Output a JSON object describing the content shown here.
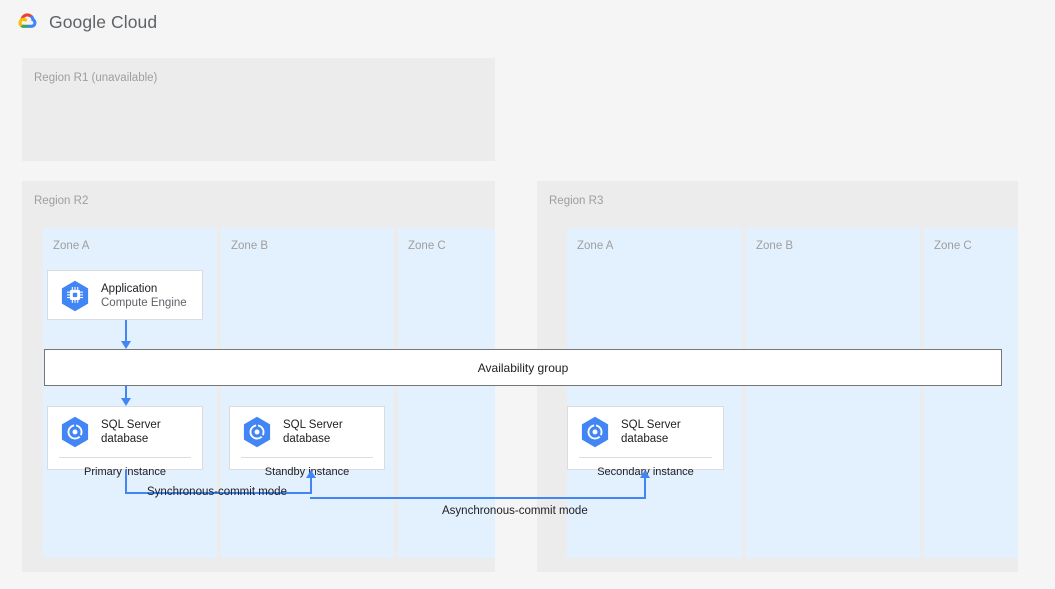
{
  "header": {
    "logo_icon": "google-cloud-logo",
    "wordmark": "Google Cloud"
  },
  "regions": [
    {
      "id": "r1",
      "label": "Region R1 (unavailable)",
      "zones": []
    },
    {
      "id": "r2",
      "label": "Region R2",
      "zones": [
        {
          "label": "Zone A"
        },
        {
          "label": "Zone B"
        },
        {
          "label": "Zone C"
        }
      ]
    },
    {
      "id": "r3",
      "label": "Region R3",
      "zones": [
        {
          "label": "Zone A"
        },
        {
          "label": "Zone B"
        },
        {
          "label": "Zone C"
        }
      ]
    }
  ],
  "cards": {
    "application": {
      "icon": "compute-engine-icon",
      "title": "Application",
      "subtitle": "Compute Engine"
    },
    "primary": {
      "icon": "sql-server-database-icon",
      "title": "SQL Server\ndatabase",
      "instance": "Primary instance"
    },
    "standby": {
      "icon": "sql-server-database-icon",
      "title": "SQL Server\ndatabase",
      "instance": "Standby instance"
    },
    "secondary": {
      "icon": "sql-server-database-icon",
      "title": "SQL Server\ndatabase",
      "instance": "Secondary instance"
    }
  },
  "availability_group": {
    "label": "Availability group"
  },
  "connectors": {
    "synchronous_label": "Synchronous-commit mode",
    "asynchronous_label": "Asynchronous-commit mode"
  },
  "colors": {
    "page_background": "#f5f5f5",
    "region_background": "#ececec",
    "zone_background": "#e3f0fd",
    "card_background": "#ffffff",
    "card_border": "#dadce0",
    "connector_blue": "#4285f4",
    "icon_blue": "#4285f4",
    "label_gray": "#9e9e9e",
    "text_dark": "#202124",
    "availability_border": "#767676"
  }
}
